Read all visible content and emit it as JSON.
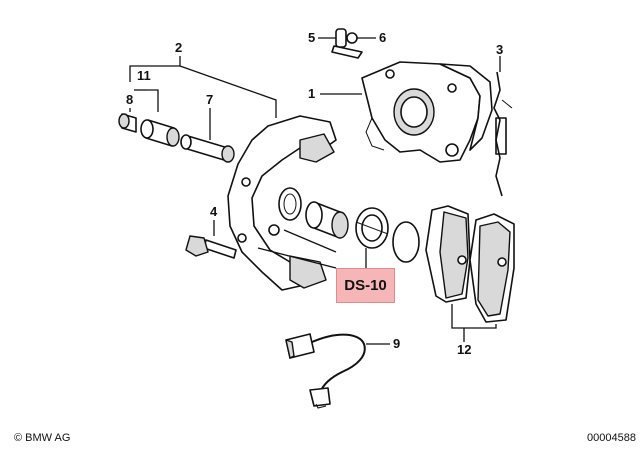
{
  "diagram": {
    "callouts": [
      "1",
      "2",
      "3",
      "4",
      "5",
      "6",
      "7",
      "8",
      "9",
      "11",
      "12"
    ],
    "highlight_label": "DS-10",
    "highlight_color": "#f6b6b8"
  },
  "footer": {
    "copyright": "© BMW AG",
    "document_number": "00004588"
  }
}
